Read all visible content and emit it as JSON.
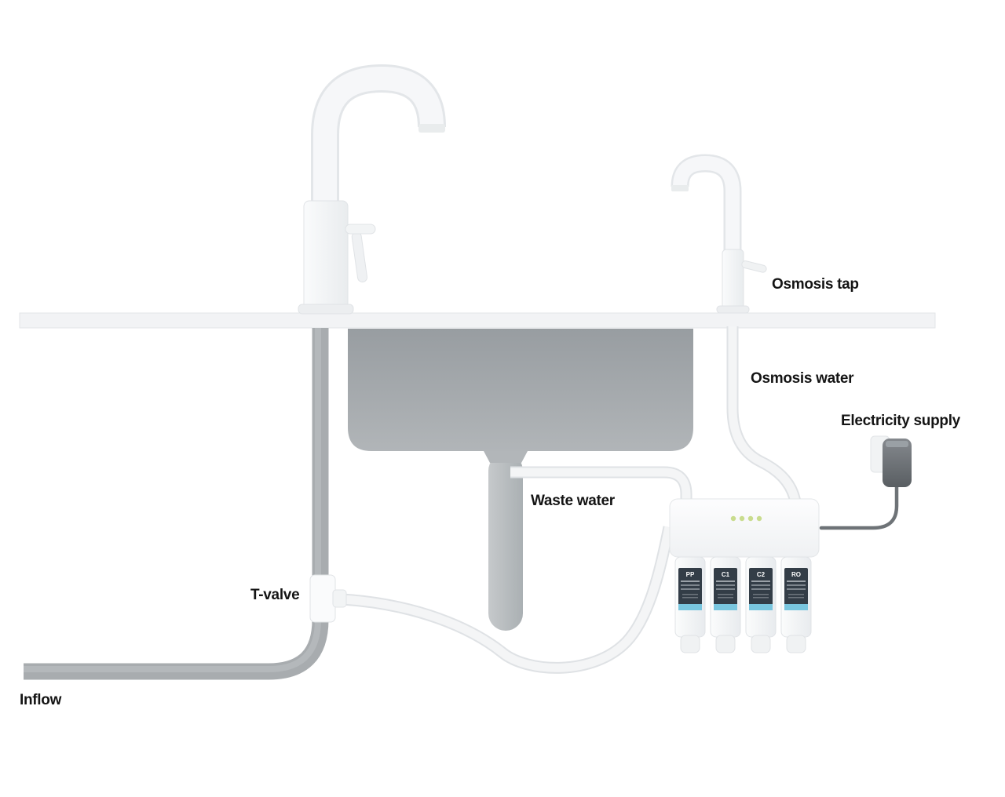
{
  "labels": {
    "osmosis_tap": "Osmosis tap",
    "osmosis_water": "Osmosis water",
    "electricity_supply": "Electricity supply",
    "waste_water": "Waste water",
    "t_valve": "T-valve",
    "inflow": "Inflow"
  },
  "filter_unit": {
    "led_count": 4,
    "cartridges": [
      {
        "label": "PP"
      },
      {
        "label": "C1"
      },
      {
        "label": "C2"
      },
      {
        "label": "RO"
      }
    ]
  },
  "colors": {
    "background": "#ffffff",
    "counter": "#f2f3f5",
    "sink": "#a3a7ab",
    "drain_pipe": "#b9bdc0",
    "inflow_pipe": "#a8acaf",
    "tube": "#f4f5f6",
    "wire": "#6e7377",
    "led": "#c9dc8e",
    "sticker": "#333d47",
    "sticker_band": "#79c6df",
    "label_text": "#141414"
  }
}
